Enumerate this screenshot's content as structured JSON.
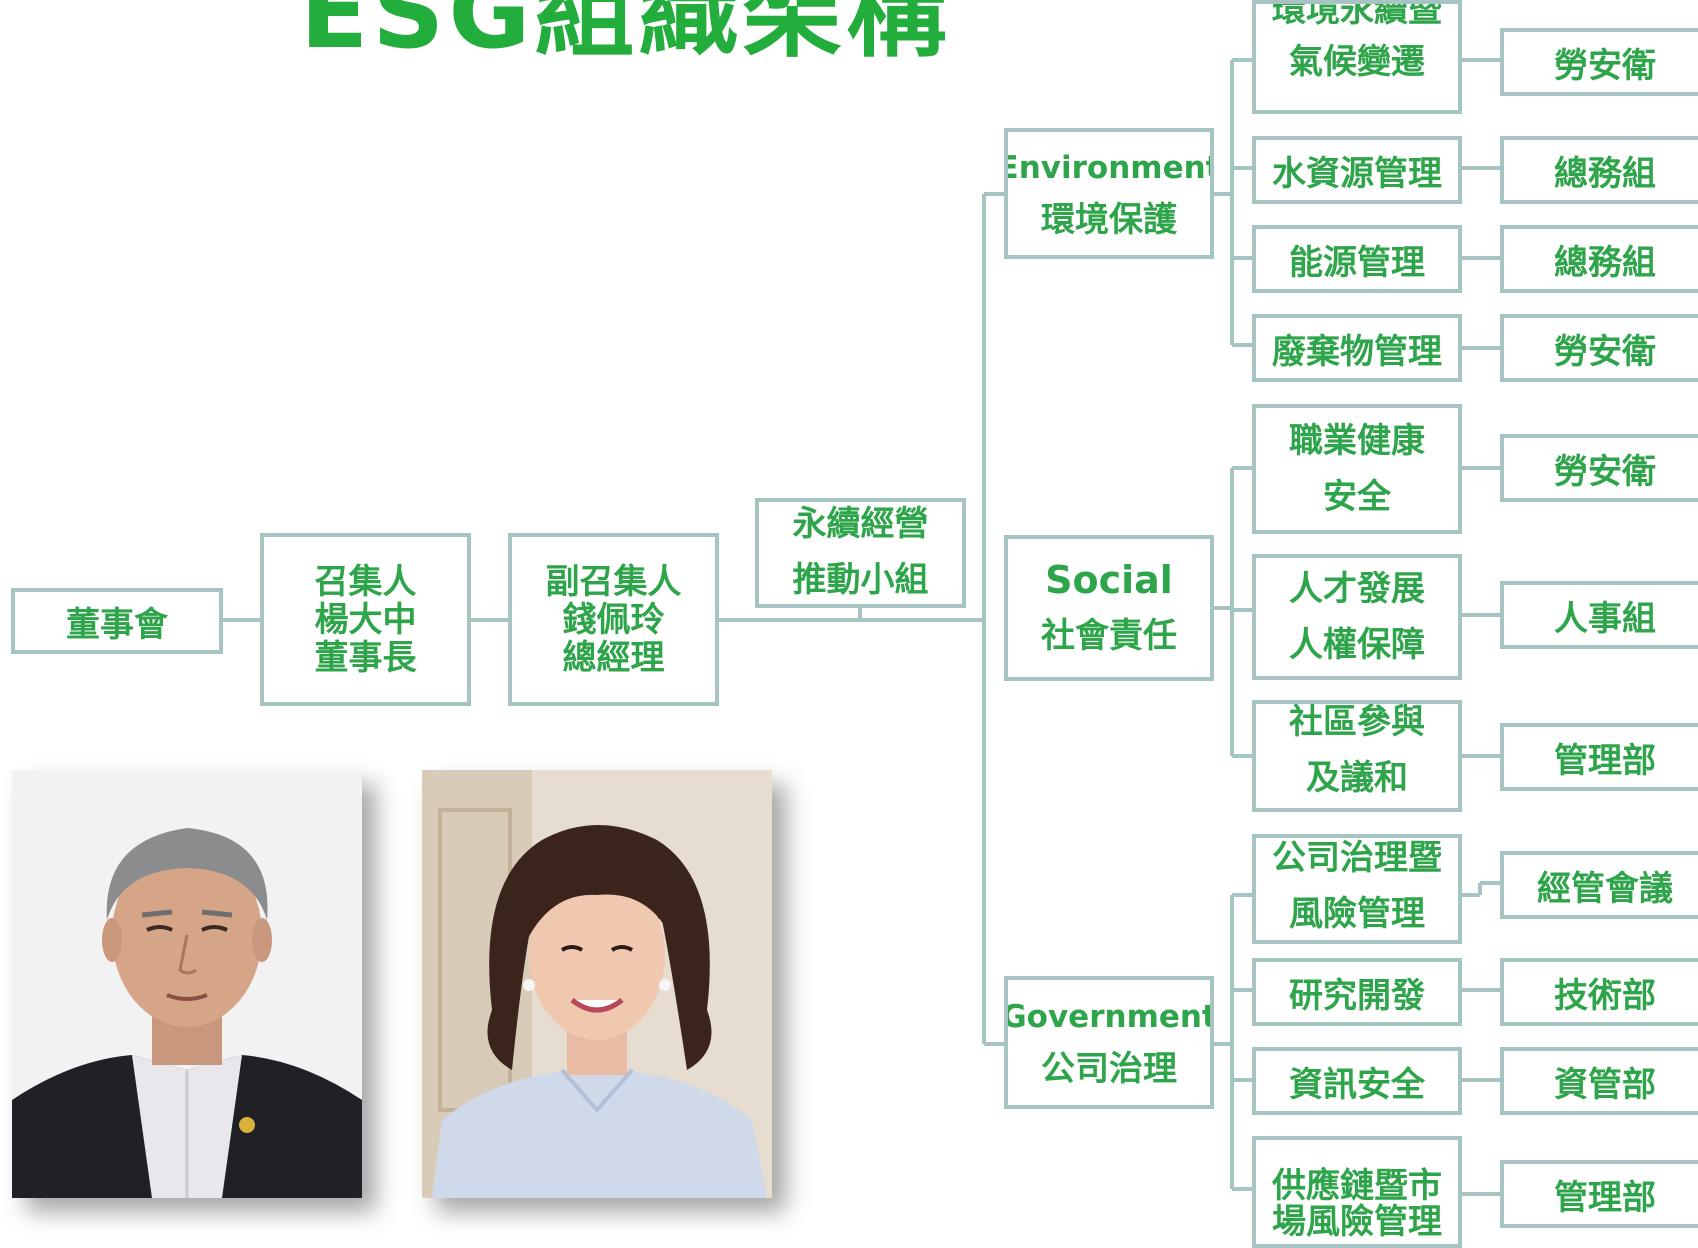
{
  "title": "ESG組織架構",
  "chain": {
    "board": "董事會",
    "convener": [
      "召集人",
      "楊大中",
      "董事長"
    ],
    "deputy": [
      "副召集人",
      "錢佩玲",
      "總經理"
    ],
    "taskforce": [
      "永續經營",
      "推動小組"
    ]
  },
  "pillars": {
    "environment": [
      "Environment",
      "環境保護"
    ],
    "social": [
      "Social",
      "社會責任"
    ],
    "government": [
      "Government",
      "公司治理"
    ]
  },
  "topics": [
    {
      "lines": [
        "環境永續暨",
        "氣候變遷"
      ],
      "owner": "勞安衛"
    },
    {
      "lines": [
        "水資源管理"
      ],
      "owner": "總務組"
    },
    {
      "lines": [
        "能源管理"
      ],
      "owner": "總務組"
    },
    {
      "lines": [
        "廢棄物管理"
      ],
      "owner": "勞安衛"
    },
    {
      "lines": [
        "職業健康",
        "安全"
      ],
      "owner": "勞安衛"
    },
    {
      "lines": [
        "人才發展",
        "人權保障"
      ],
      "owner": "人事組"
    },
    {
      "lines": [
        "社區參與",
        "及議和"
      ],
      "owner": "管理部"
    },
    {
      "lines": [
        "公司治理暨",
        "風險管理"
      ],
      "owner": "經管會議"
    },
    {
      "lines": [
        "研究開發"
      ],
      "owner": "技術部"
    },
    {
      "lines": [
        "資訊安全"
      ],
      "owner": "資管部"
    },
    {
      "lines": [
        "供應鏈暨市",
        "場風險管理"
      ],
      "owner": "管理部"
    }
  ],
  "colors": {
    "accent": "#23ad3c",
    "box_border": "#a6c4c1",
    "text": "#2ea54a"
  },
  "photos": [
    "convener-portrait",
    "deputy-portrait"
  ]
}
